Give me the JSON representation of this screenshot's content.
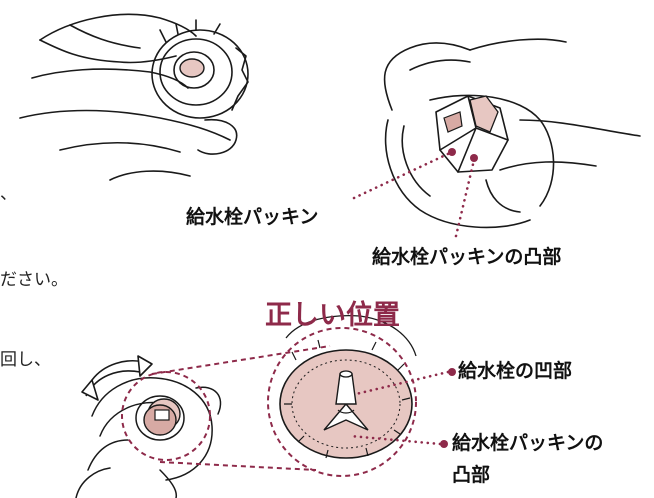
{
  "colors": {
    "accent": "#8e2a4a",
    "line": "#1a1a1a",
    "packing_fill": "#e7c7c2",
    "packing_fill_dark": "#d7aaa4"
  },
  "text_fragments": {
    "fragment_1": "、",
    "fragment_2": "ださい。",
    "fragment_3": "回し、"
  },
  "labels": {
    "packing_upper": "給水栓パッキン",
    "packing_convex_upper": "給水栓パッキンの凸部",
    "correct_position": "正しい位置",
    "faucet_concave": "給水栓の凹部",
    "packing_convex_lower_line1": "給水栓パッキンの",
    "packing_convex_lower_line2": "凸部"
  },
  "icons": [
    "hand-holding-packing-illustration",
    "hand-inserting-packing-illustration",
    "rotate-arrow-icon",
    "zoom-detail-illustration"
  ]
}
